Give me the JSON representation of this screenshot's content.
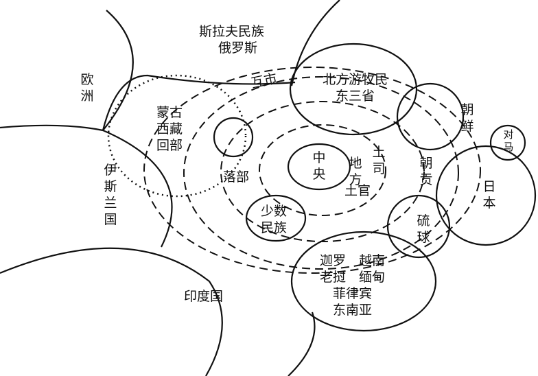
{
  "labels": {
    "slavic": "斯拉夫民族",
    "russia": "俄罗斯",
    "europe": "欧洲",
    "islam": "伊斯兰国",
    "india": "印度国",
    "mongol_tibet_hui": "蒙古\n西藏\n回部",
    "mutual_market": "互市",
    "northern_nomads": "北方游牧民\n东三省",
    "korea": "朝鲜",
    "tsushima": "对马",
    "japan": "日本",
    "ryukyu": "硫球",
    "tribute": "朝贡",
    "center": "中央",
    "local": "地方",
    "tusi": "土司",
    "tuguan": "土官",
    "tribes": "落部",
    "minorities": "少数\n民族",
    "southeast": "迦罗　越南\n老挝　缅甸\n菲律宾\n东南亚"
  }
}
